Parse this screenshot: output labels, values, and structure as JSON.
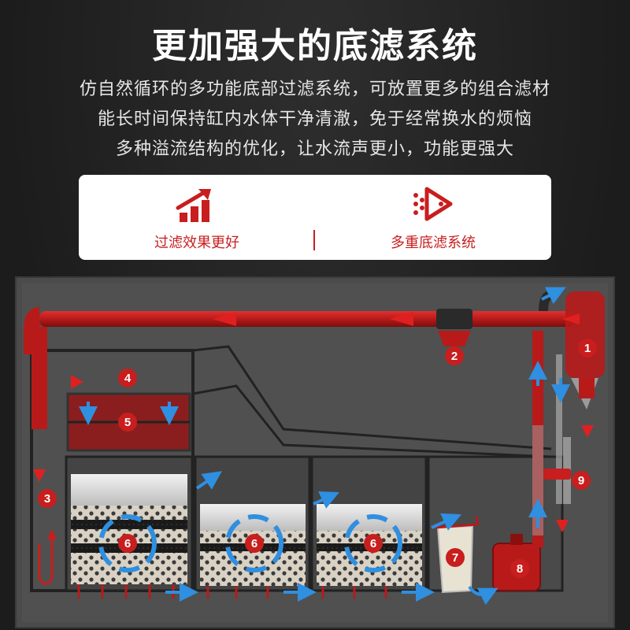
{
  "header": {
    "title": "更加强大的底滤系统",
    "lines": [
      "仿自然循环的多功能底部过滤系统，可放置更多的组合滤材",
      "能长时间保持缸内水体干净清澈，免于经常换水的烦恼",
      "多种溢流结构的优化，让水流声更小，功能更强大"
    ]
  },
  "features": [
    {
      "label": "过滤效果更好",
      "icon": "rising-bars-icon"
    },
    {
      "label": "多重底滤系统",
      "icon": "play-dots-icon"
    }
  ],
  "markers": [
    "1",
    "2",
    "3",
    "4",
    "5",
    "6",
    "6",
    "6",
    "7",
    "8",
    "9"
  ],
  "colors": {
    "accent": "#c81e1e",
    "pipe": "#b81a1a",
    "flow": "#2f8fe0",
    "bg": "#1f1f1f"
  }
}
